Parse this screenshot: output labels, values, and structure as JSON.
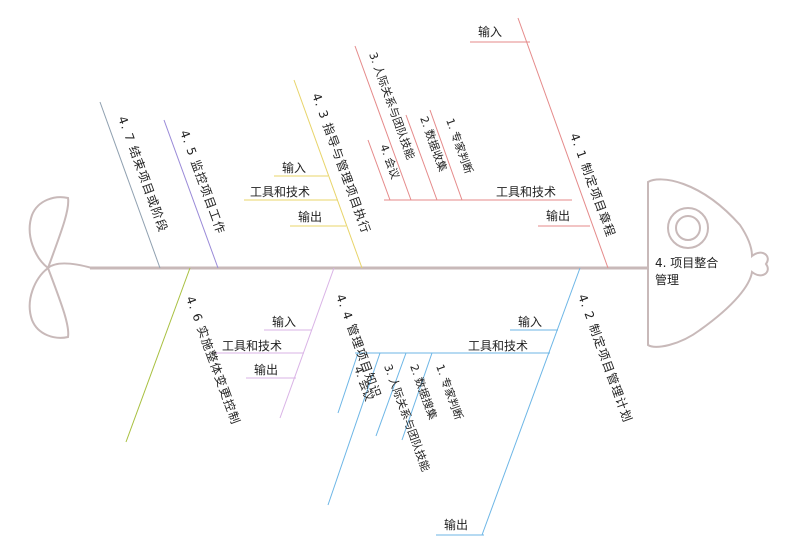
{
  "head": {
    "line1": "4. 项目整合",
    "line2": "管理"
  },
  "colors": {
    "spine": "#c8b9b9",
    "red": "#e58a8a",
    "blue": "#6db6e6",
    "yellow": "#e8d46a",
    "pink": "#d9b3e6",
    "purple": "#9a8ad8",
    "olive": "#a8c040",
    "gray": "#8fa0b0"
  },
  "bones": {
    "b41": {
      "title": "4. 1 制定项目章程",
      "input": "输入",
      "tools": "工具和技术",
      "output": "输出",
      "tool_items": [
        "1. 专家判断",
        "2. 数据收集",
        "3. 人际关系与团队技能",
        "4. 会议"
      ]
    },
    "b42": {
      "title": "4. 2 制定项目管理计划",
      "input": "输入",
      "tools": "工具和技术",
      "output": "输出",
      "tool_items": [
        "1. 专家判断",
        "2. 数据搜集",
        "3. 人际关系与团队技能",
        "4. 会议"
      ]
    },
    "b43": {
      "title": "4. 3 指导与管理项目执行",
      "input": "输入",
      "tools": "工具和技术",
      "output": "输出"
    },
    "b44": {
      "title": "4. 4 管理项目知识",
      "input": "输入",
      "tools": "工具和技术",
      "output": "输出"
    },
    "b45": {
      "title": "4. 5 监控项目工作"
    },
    "b46": {
      "title": "4. 6 实施整体变更控制"
    },
    "b47": {
      "title": "4. 7 结束项目或阶段"
    }
  }
}
